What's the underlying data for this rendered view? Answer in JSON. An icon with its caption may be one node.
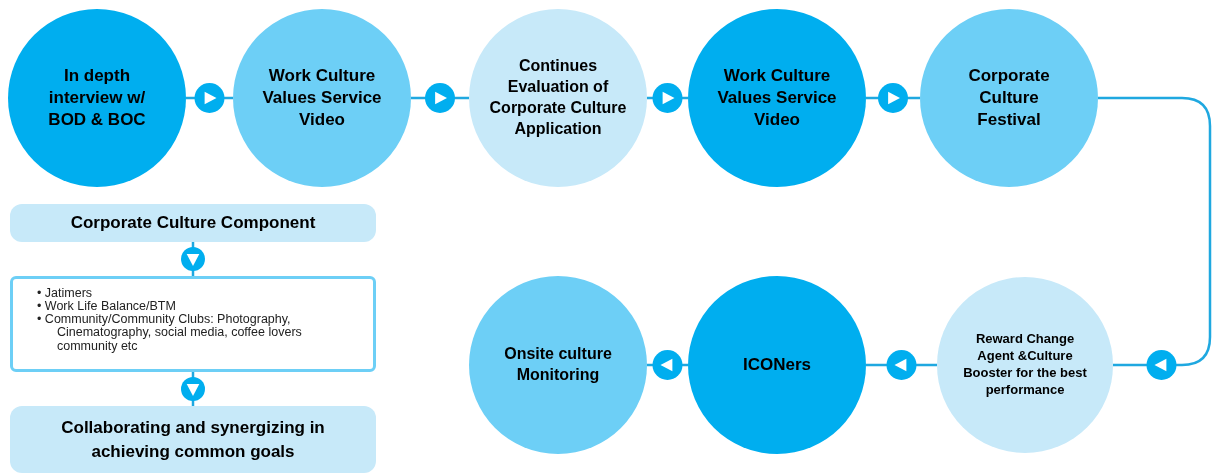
{
  "diagram": {
    "nodes": [
      {
        "text": [
          "In depth interview w/ BOD & BOC"
        ]
      },
      {
        "text": [
          "Work Culture Values Service Video"
        ]
      },
      {
        "text": [
          "Continues Evaluation of Corporate Culture Application"
        ]
      },
      {
        "text": [
          "Work Culture Values Service Video"
        ]
      },
      {
        "text": [
          "Corporate Culture Festival"
        ]
      },
      {
        "text": [
          "Reward Change Agent &Culture Booster for the best performance"
        ]
      },
      {
        "text": [
          "ICONers"
        ]
      },
      {
        "text": [
          "Onsite culture Monitoring"
        ]
      },
      {
        "text": [
          "Corporate Culture Component"
        ]
      },
      {
        "text": [
          "• Jatimers",
          "• Work Life Balance/BTM",
          "• Community/Community Clubs: Photography, Cinematography, social media, coffee lovers community etc"
        ]
      },
      {
        "text": [
          "Collaborating and synergizing in achieving common goals"
        ]
      }
    ],
    "edges": [
      {
        "from": 0,
        "to": 1,
        "arrow": "to"
      },
      {
        "from": 1,
        "to": 2,
        "arrow": "to"
      },
      {
        "from": 2,
        "to": 3,
        "arrow": "to"
      },
      {
        "from": 3,
        "to": 4,
        "arrow": "to"
      },
      {
        "from": 4,
        "to": 5,
        "arrow": "to"
      },
      {
        "from": 5,
        "to": 6,
        "arrow": "to"
      },
      {
        "from": 6,
        "to": 7,
        "arrow": "to"
      },
      {
        "from": 8,
        "to": 9,
        "arrow": "to"
      },
      {
        "from": 9,
        "to": 10,
        "arrow": "to"
      }
    ]
  }
}
